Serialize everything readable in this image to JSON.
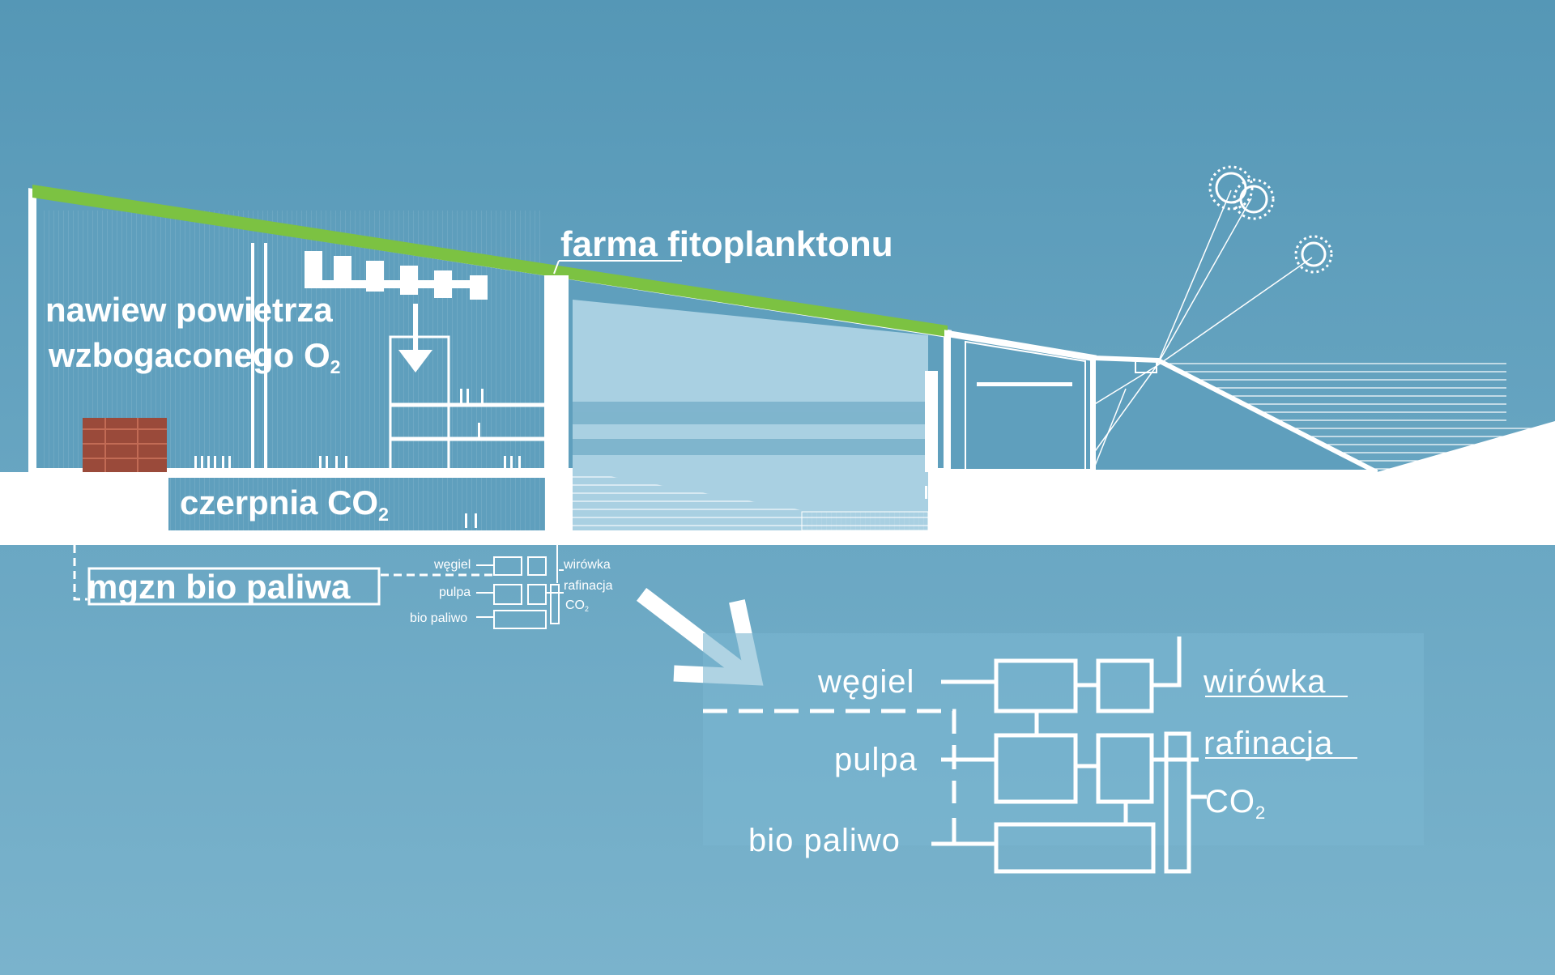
{
  "labels": {
    "farma": "farma fitoplanktonu",
    "nawiew_line1": "nawiew powietrza",
    "nawiew_line2": "wzbogaconego O",
    "nawiew_sub": "2",
    "czerpnia": "czerpnia CO",
    "czerpnia_sub": "2",
    "mgzn": "mgzn bio paliwa"
  },
  "small_diagram": {
    "wegiel": "węgiel",
    "pulpa": "pulpa",
    "bio_paliwo": "bio paliwo",
    "wirowka": "wirówka",
    "rafinacja": "rafinacja",
    "co2": "CO",
    "co2_sub": "2"
  },
  "large_diagram": {
    "wegiel": "węgiel",
    "pulpa": "pulpa",
    "bio_paliwo": "bio paliwo",
    "wirowka": "wirówka",
    "rafinacja": "rafinacja",
    "co2": "CO",
    "co2_sub": "2"
  },
  "colors": {
    "sky": "#5a9cbb",
    "water": "#76afc9",
    "roof_green": "#7cc242",
    "ground": "#ffffff",
    "hall_fill": "#a8cfe1",
    "brick": "#9a4a3a"
  }
}
